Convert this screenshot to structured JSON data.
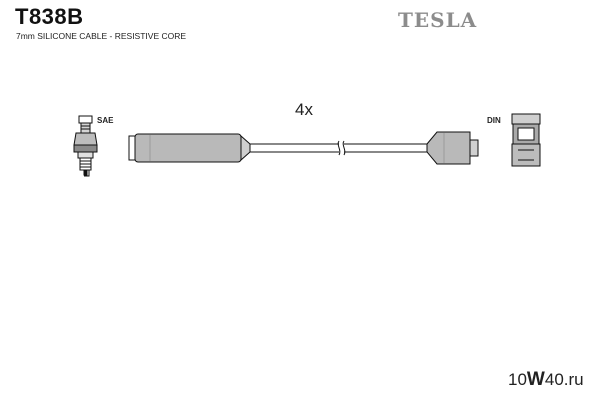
{
  "header": {
    "part_number": "T838B",
    "cable_description": "7mm SILICONE CABLE - RESISTIVE CORE",
    "brand": "TESLA"
  },
  "diagram": {
    "quantity": "4x",
    "left_connector_label": "SAE",
    "right_connector_label": "DIN"
  },
  "watermark": {
    "prefix": "10",
    "big": "W",
    "suffix": "40.ru"
  }
}
